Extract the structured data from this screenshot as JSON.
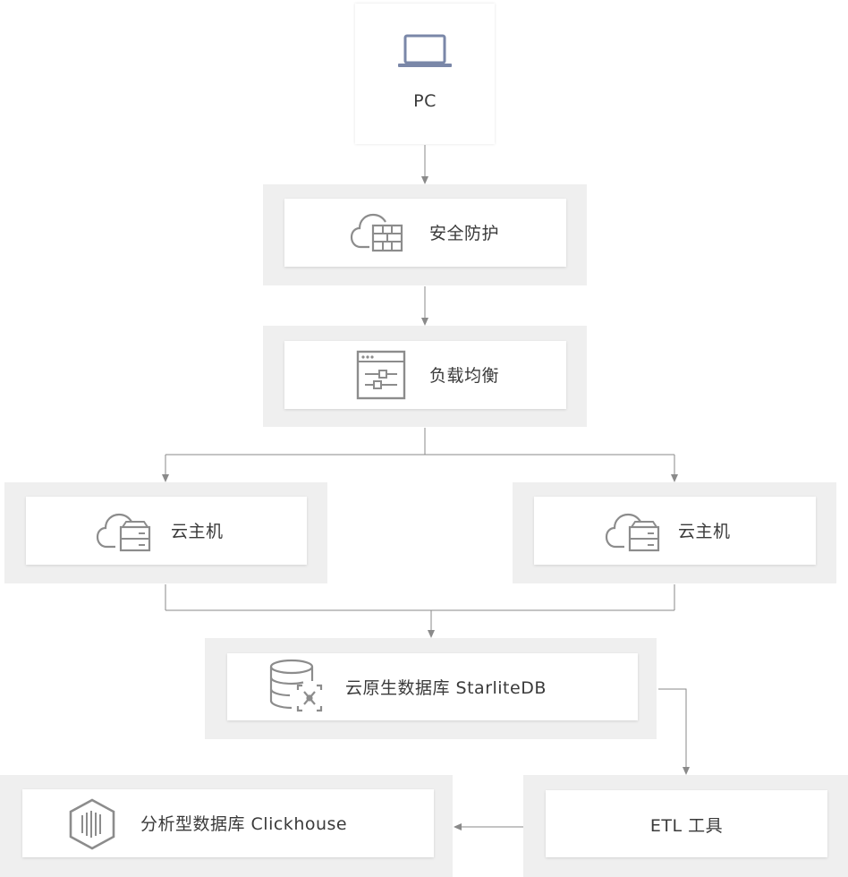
{
  "nodes": {
    "pc": {
      "label": "PC",
      "icon": "laptop-icon"
    },
    "security": {
      "label": "安全防护",
      "icon": "cloud-firewall-icon"
    },
    "load_balancer": {
      "label": "负载均衡",
      "icon": "load-balancer-icon"
    },
    "cloud_host_left": {
      "label": "云主机",
      "icon": "cloud-server-icon"
    },
    "cloud_host_right": {
      "label": "云主机",
      "icon": "cloud-server-icon"
    },
    "starlite_db": {
      "label": "云原生数据库 StarliteDB",
      "icon": "database-icon"
    },
    "etl": {
      "label": "ETL 工具"
    },
    "clickhouse": {
      "label": "分析型数据库 Clickhouse",
      "icon": "hexagon-barcode-icon"
    }
  },
  "colors": {
    "group_bg": "#efefef",
    "card_bg": "#ffffff",
    "icon_gray": "#8c8c8c",
    "laptop_blue": "#7a87a8",
    "connector": "#8a8a8a"
  }
}
